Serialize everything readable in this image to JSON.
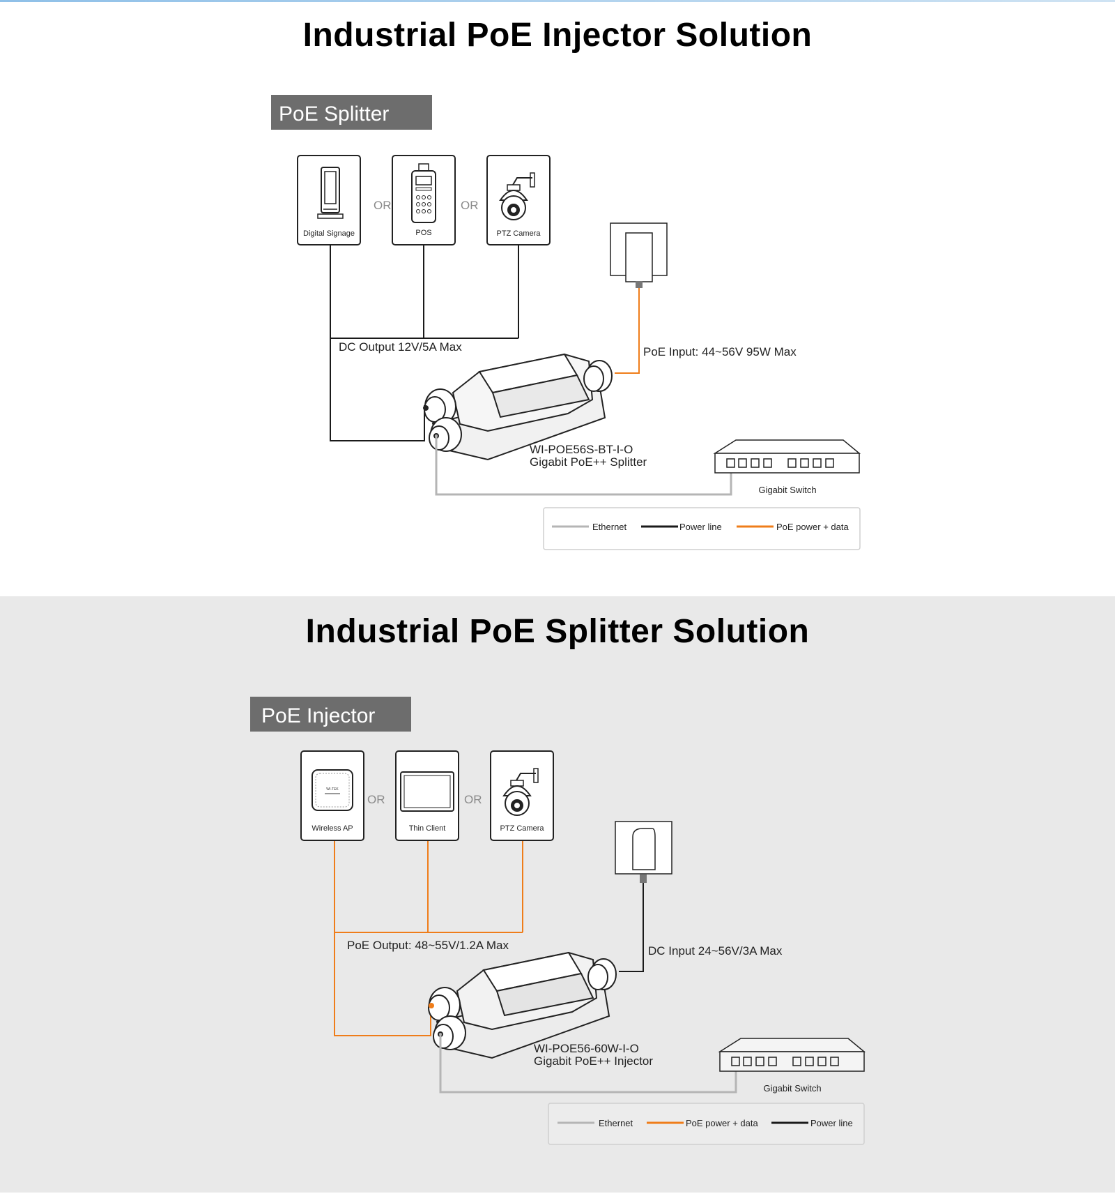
{
  "colors": {
    "ethernet": "#b5b5b5",
    "power": "#1a1a1a",
    "poe": "#ef7d1a",
    "badge": "#6d6d6d"
  },
  "section1": {
    "title": "Industrial PoE Injector Solution",
    "badge": "PoE Splitter",
    "devices": [
      {
        "label": "Digital Signage",
        "icon": "digital-signage-icon"
      },
      {
        "label": "POS",
        "icon": "pos-terminal-icon"
      },
      {
        "label": "PTZ Camera",
        "icon": "ptz-camera-icon"
      }
    ],
    "or_text": "OR",
    "dc_output": "DC Output 12V/5A Max",
    "poe_input": "PoE Input: 44~56V 95W Max",
    "product_model": "WI-POE56S-BT-I-O",
    "product_name": "Gigabit PoE++ Splitter",
    "switch_label": "Gigabit Switch",
    "legend": [
      "Ethernet",
      "Power line",
      "PoE power + data"
    ]
  },
  "section2": {
    "title": "Industrial PoE Splitter Solution",
    "badge": "PoE Injector",
    "devices": [
      {
        "label": "Wireless AP",
        "icon": "wireless-ap-icon"
      },
      {
        "label": "Thin Client",
        "icon": "thin-client-icon"
      },
      {
        "label": "PTZ Camera",
        "icon": "ptz-camera-icon"
      }
    ],
    "or_text": "OR",
    "poe_output": "PoE Output: 48~55V/1.2A Max",
    "dc_input": "DC Input 24~56V/3A Max",
    "product_model": "WI-POE56-60W-I-O",
    "product_name": "Gigabit PoE++ Injector",
    "switch_label": "Gigabit Switch",
    "ap_logo": "WI-TEK",
    "legend": [
      "Ethernet",
      "PoE power + data",
      "Power line"
    ]
  }
}
